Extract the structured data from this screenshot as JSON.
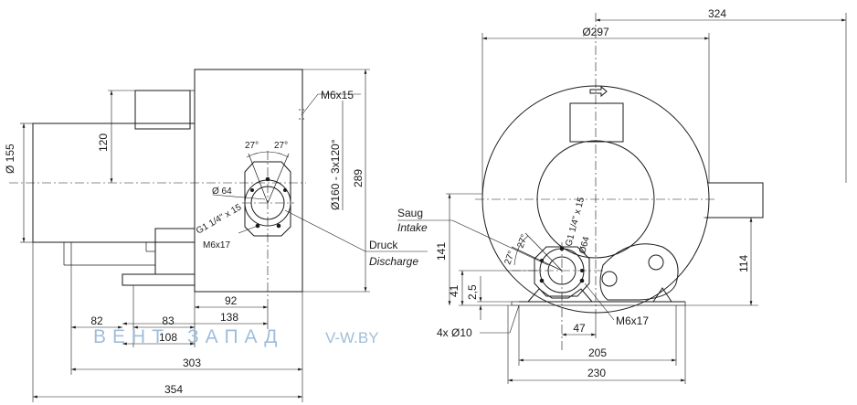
{
  "watermark": {
    "brand_part1": "ВЕНТ",
    "brand_part2": "ЗАПАД",
    "site": "V-W.BY"
  },
  "side_view": {
    "dim_155": "Ø 155",
    "dim_120": "120",
    "dim_289": "289",
    "dim_m6x15": "M6x15",
    "dim_pcd": "Ø160 - 3x120°",
    "angle_left": "27°",
    "angle_right": "27°",
    "dim_64": "Ø 64",
    "thread": "G1 1/4\" x 15",
    "bolt": "M6x17",
    "druck": "Druck",
    "discharge": "Discharge",
    "dim_92": "92",
    "dim_138": "138",
    "dim_82": "82",
    "dim_83": "83",
    "dim_108": "108",
    "dim_303": "303",
    "dim_354": "354"
  },
  "front_view": {
    "dim_324": "324",
    "dim_297": "Ø297",
    "saug": "Saug",
    "intake": "Intake",
    "dim_141": "141",
    "dim_41": "41",
    "dim_25": "2,5",
    "angle_left": "27°",
    "angle_right": "27°",
    "thread": "G1 1/4\" x 15",
    "dim_64": "Ø64",
    "bolt": "M6x17",
    "dim_47": "47",
    "holes": "4x Ø10",
    "dim_205": "205",
    "dim_230": "230",
    "dim_114": "114"
  }
}
